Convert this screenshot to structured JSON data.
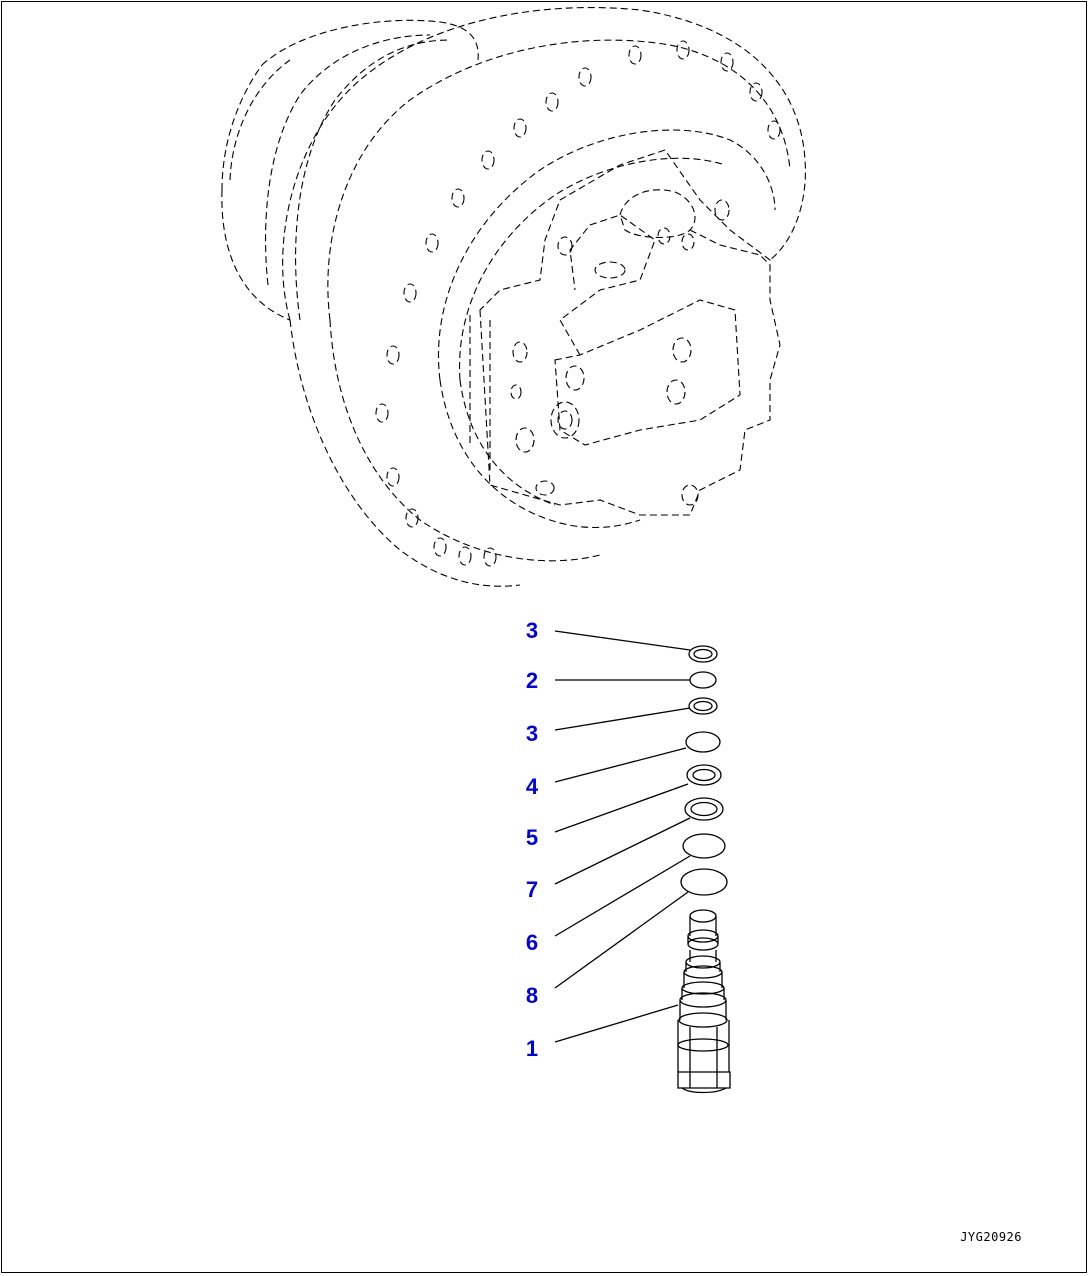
{
  "drawing_id": "JYG20926",
  "callouts": [
    {
      "number": "3",
      "part": "ring-top"
    },
    {
      "number": "2",
      "part": "o-ring-small"
    },
    {
      "number": "3",
      "part": "ring-middle"
    },
    {
      "number": "4",
      "part": "o-ring"
    },
    {
      "number": "5",
      "part": "backup-ring"
    },
    {
      "number": "7",
      "part": "backup-ring-large"
    },
    {
      "number": "6",
      "part": "o-ring-large"
    },
    {
      "number": "8",
      "part": "o-ring-largest"
    },
    {
      "number": "1",
      "part": "relief-valve-cartridge"
    }
  ]
}
